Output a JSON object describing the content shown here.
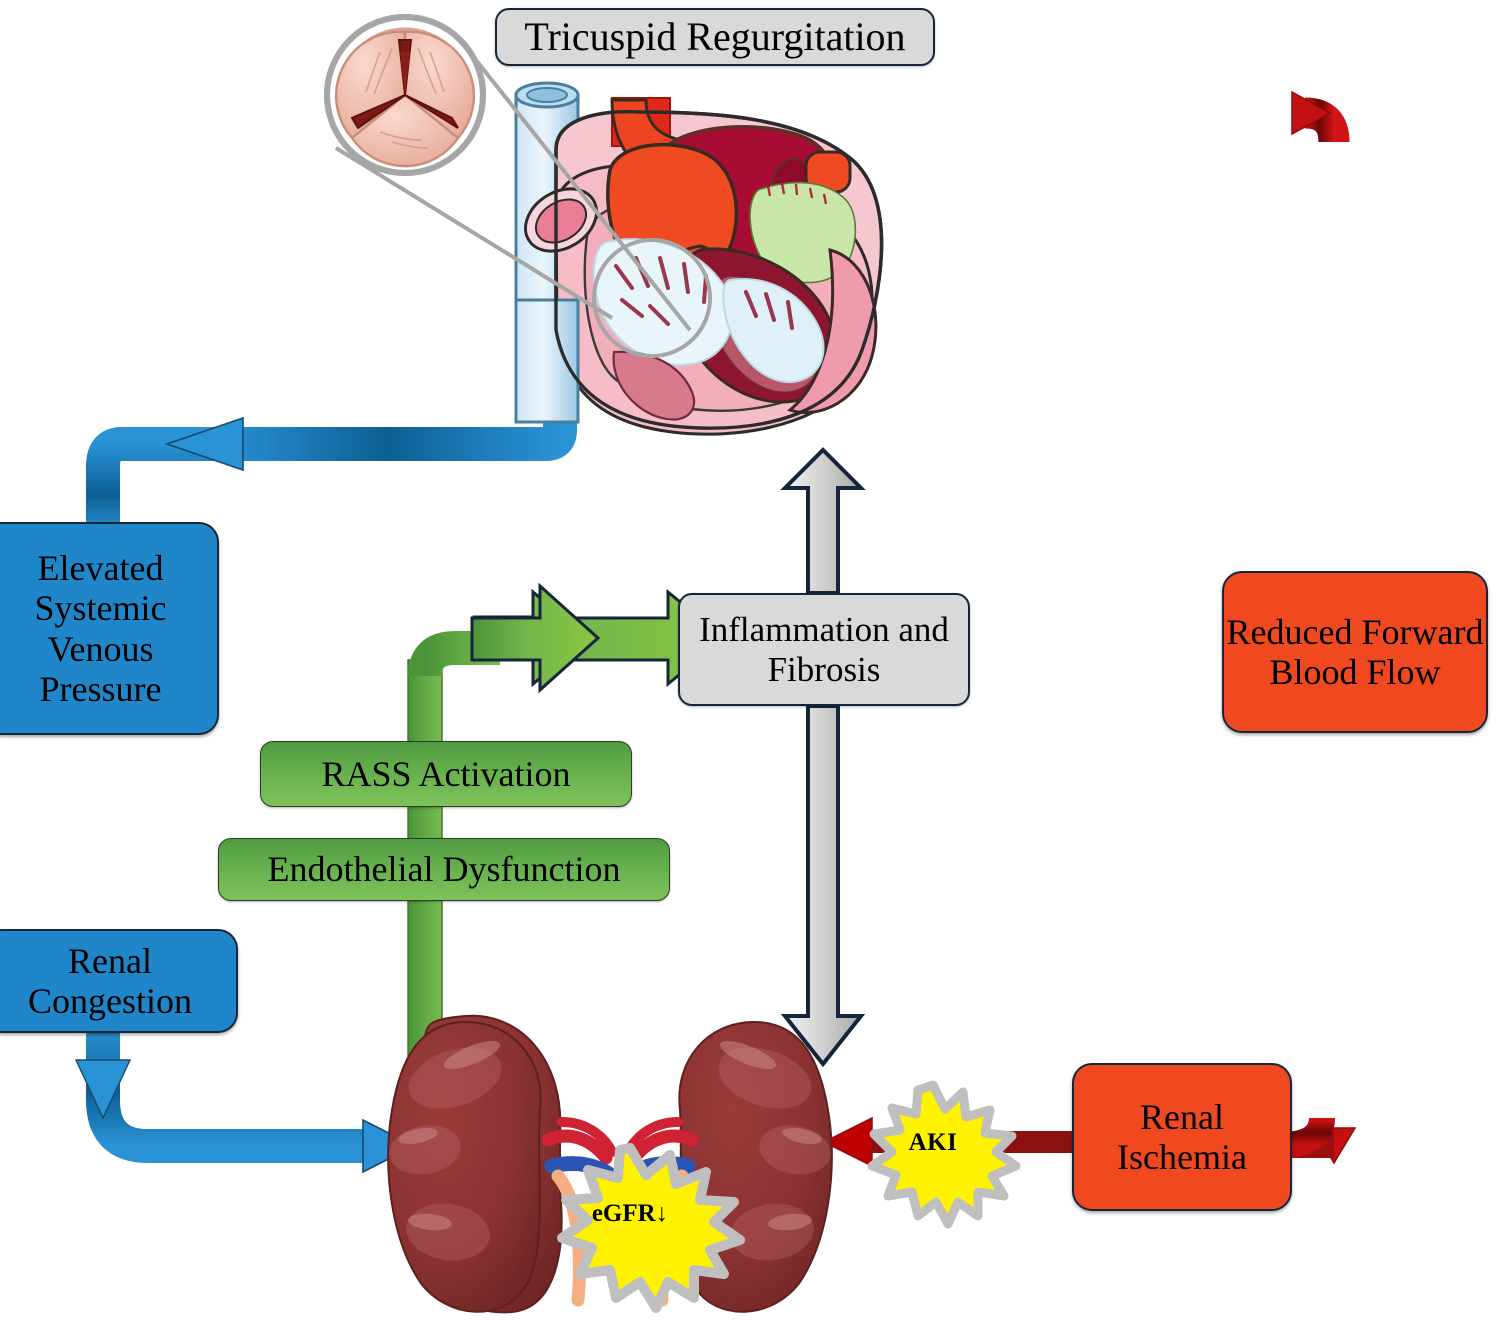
{
  "diagram": {
    "title": "Tricuspid Regurgitation",
    "subject": "Cardiorenal syndrome pathway in tricuspid regurgitation"
  },
  "nodes": {
    "title": {
      "label": "Tricuspid Regurgitation",
      "style": "gray",
      "shape": "rounded-rect"
    },
    "inflammation": {
      "label": "Inflammation and Fibrosis",
      "style": "gray",
      "shape": "rounded-rect"
    },
    "elevated_venous_pressure": {
      "label": "Elevated Systemic Venous Pressure",
      "style": "blue",
      "shape": "rounded-rect"
    },
    "renal_congestion": {
      "label": "Renal Congestion",
      "style": "blue",
      "shape": "rounded-rect"
    },
    "reduced_forward_flow": {
      "label": "Reduced Forward Blood Flow",
      "style": "orange",
      "shape": "rounded-rect"
    },
    "renal_ischemia": {
      "label": "Renal Ischemia",
      "style": "orange",
      "shape": "rounded-rect"
    },
    "rass_activation": {
      "label": "RASS Activation",
      "style": "green",
      "shape": "rounded-rect"
    },
    "endothelial_dysfunction": {
      "label": "Endothelial Dysfunction",
      "style": "green",
      "shape": "rounded-rect"
    }
  },
  "bursts": {
    "aki": {
      "label": "AKI",
      "shape": "starburst",
      "fill": "#FFF200",
      "border": "#BFBFBF"
    },
    "egfr": {
      "label": "eGFR↓",
      "shape": "starburst",
      "fill": "#FFF200",
      "border": "#BFBFBF"
    }
  },
  "illustrations": {
    "heart": {
      "name": "heart-cross-section-illustration",
      "caption": "Cut-away heart showing chambers, valves, aorta and vena cavae"
    },
    "valve_inset": {
      "name": "tricuspid-valve-inset-illustration",
      "caption": "Magnified tricuspid valve with three leaflets and central regurgitant orifice"
    },
    "kidneys": {
      "name": "kidneys-illustration",
      "caption": "Pair of kidneys with renal arteries, veins and ureters"
    }
  },
  "arrows": [
    {
      "name": "heart-to-right-red",
      "color": "#C00000",
      "from": "heart",
      "to": "reduced_forward_flow",
      "direction": "right-then-down"
    },
    {
      "name": "renal-ischemia-to-red-loop",
      "color": "#C00000",
      "from": "renal_ischemia",
      "to": "reduced_forward_flow",
      "direction": "right-up"
    },
    {
      "name": "renal-ischemia-to-kidneys",
      "color": "#8B1010",
      "from": "renal_ischemia",
      "to": "kidneys",
      "direction": "left"
    },
    {
      "name": "heart-to-left-blue",
      "color": "#1F87C9",
      "from": "heart",
      "to": "elevated_venous_pressure",
      "direction": "left-then-down"
    },
    {
      "name": "venous-pressure-to-congestion",
      "color": "#1F87C9",
      "from": "elevated_venous_pressure",
      "to": "renal_congestion",
      "direction": "down"
    },
    {
      "name": "congestion-to-kidneys",
      "color": "#1F87C9",
      "from": "renal_congestion",
      "to": "kidneys",
      "direction": "down-then-right"
    },
    {
      "name": "green-to-inflammation",
      "color": "#6FB446",
      "from": "rass_endothelial",
      "to": "inflammation",
      "direction": "up-then-right"
    },
    {
      "name": "inflammation-to-heart",
      "color": "#C8C8C8",
      "from": "inflammation",
      "to": "heart",
      "direction": "up"
    },
    {
      "name": "inflammation-to-kidneys",
      "color": "#C8C8C8",
      "from": "inflammation",
      "to": "kidneys",
      "direction": "down"
    }
  ],
  "colors": {
    "blue": "#1F87C9",
    "orange": "#F0481F",
    "red": "#C00000",
    "dark_red": "#8B1010",
    "green_light": "#7FC25B",
    "green_dark": "#4F9A40",
    "gray_box": "#D9D9D9",
    "gray_arrow": "#C8C8C8",
    "burst_yellow": "#FFF200",
    "outline_navy": "#16263A"
  }
}
